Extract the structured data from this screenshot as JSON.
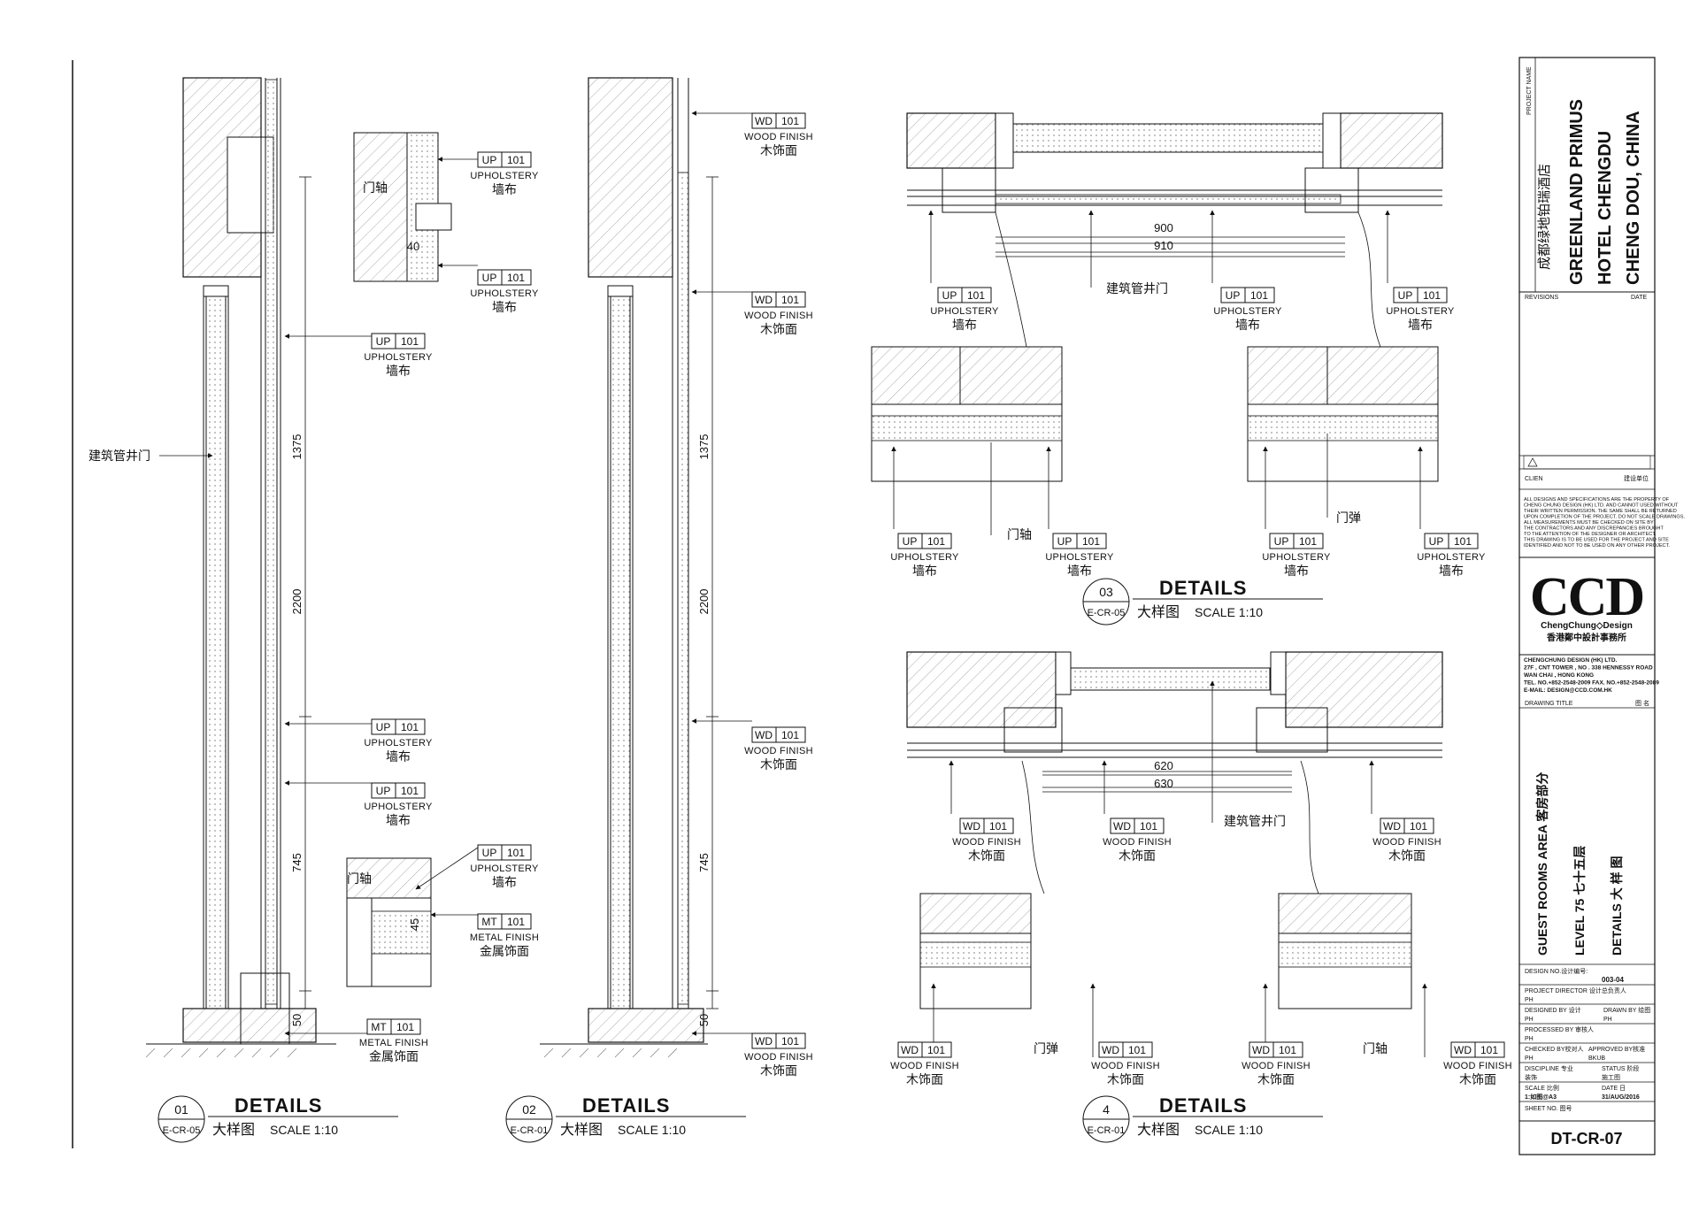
{
  "tags": {
    "up": {
      "code": "UP",
      "num": "101",
      "en": "UPHOLSTERY",
      "cn": "墙布"
    },
    "wd": {
      "code": "WD",
      "num": "101",
      "en": "WOOD FINISH",
      "cn": "木饰面"
    },
    "mt": {
      "code": "MT",
      "num": "101",
      "en": "METAL FINISH",
      "cn": "金属饰面"
    }
  },
  "notes": {
    "shaft_door": "建筑管井门",
    "pivot": "门轴",
    "spring": "门弹"
  },
  "dims": {
    "h1375": "1375",
    "h2200": "2200",
    "h745": "745",
    "h50": "50",
    "d40": "40",
    "d45": "45",
    "w900": "900",
    "w910": "910",
    "w620": "620",
    "w630": "630"
  },
  "details": [
    {
      "num": "01",
      "ref": "E-CR-05",
      "title": "DETAILS",
      "cn": "大样图",
      "scale": "SCALE   1:10"
    },
    {
      "num": "02",
      "ref": "E-CR-01",
      "title": "DETAILS",
      "cn": "大样图",
      "scale": "SCALE   1:10"
    },
    {
      "num": "03",
      "ref": "E-CR-05",
      "title": "DETAILS",
      "cn": "大样图",
      "scale": "SCALE   1:10"
    },
    {
      "num": "4",
      "ref": "E-CR-01",
      "title": "DETAILS",
      "cn": "大样图",
      "scale": "SCALE   1:10"
    }
  ],
  "title_block": {
    "project_name_label": "PROJECT NAME",
    "project_cn": "成都绿地铂瑞酒店",
    "project_l1": "GREENLAND PRIMUS",
    "project_l2": "HOTEL CHENGDU",
    "project_l3": "CHENG DOU, CHINA",
    "revisions": "REVISIONS",
    "date": "DATE",
    "client": "CLIEN",
    "client_cn": "建设单位",
    "disclaimer": [
      "ALL DESIGNS AND SPECIFICATIONS ARE THE PROPERTY OF",
      "CHENG CHUNG DESIGN (HK) LTD. AND CANNOT USED WITHOUT",
      "THEIR WRITTEN PERMISSION. THE SAME SHALL BE RETURNED",
      "UPON COMPLETION OF THE PROJECT. DO NOT SCALE DRAWINGS.",
      "ALL MEASUREMENTS MUST BE CHECKED ON SITE BY",
      "THE CONTRACTORS AND ANY DISCREPANCIES BROUGHT",
      "TO THE ATTENTION OF THE DESIGNER OR ARCHITECT.",
      "THIS DRAWING IS TO BE USED FOR THE PROJECT AND SITE",
      "IDENTIFIED AND NOT TO BE USED ON ANY OTHER PROJECT."
    ],
    "logo": "CCD",
    "logo_sub": "ChengChung◇Design",
    "logo_cn": "香港鄭中設計事務所",
    "company": [
      "CHENGCHUNG DESIGN (HK) LTD.",
      "27F , CNT TOWER , NO . 338 HENNESSY ROAD",
      "WAN CHAI , HONG KONG",
      "TEL. NO.+852-2548-2009   FAX. NO.+852-2548-2089",
      "E-MAIL: DESIGN@CCD.COM.HK"
    ],
    "drawing_title_label": "DRAWING TITLE",
    "drawing_title_cn": "图 名",
    "title_v1": "GUEST ROOMS AREA  客房部分",
    "title_v2": "LEVEL 75  七十五层",
    "title_v3": "DETAILS  大 样 图",
    "design_no_label": "DESIGN NO.设计编号:",
    "design_no": "003-04",
    "project_director": "PROJECT DIRECTOR   设计总负责人",
    "pd_val": "PH",
    "designed_by": "DESIGNED BY  设计",
    "drawn_by": "DRAWN BY  绘图",
    "designed_val": "PH",
    "drawn_val": "PH",
    "processed_by": "PROCESSED BY  审核人",
    "processed_val": "PH",
    "checked_by": "CHECKED BY校对人",
    "approved_by": "APPROVED BY核准",
    "checked_val": "PH",
    "approved_val": "BKUB",
    "discipline": "DISCIPLINE  专业",
    "status": "STATUS  阶段",
    "discipline_val": "装饰",
    "status_val": "施工图",
    "scale_label": "SCALE  比例",
    "date_label": "DATE  日",
    "scale_val": "1:如图@A3",
    "date_val": "31/AUG/2016",
    "sheet_no_label": "SHEET NO.  图号",
    "sheet_no": "DT-CR-07"
  }
}
